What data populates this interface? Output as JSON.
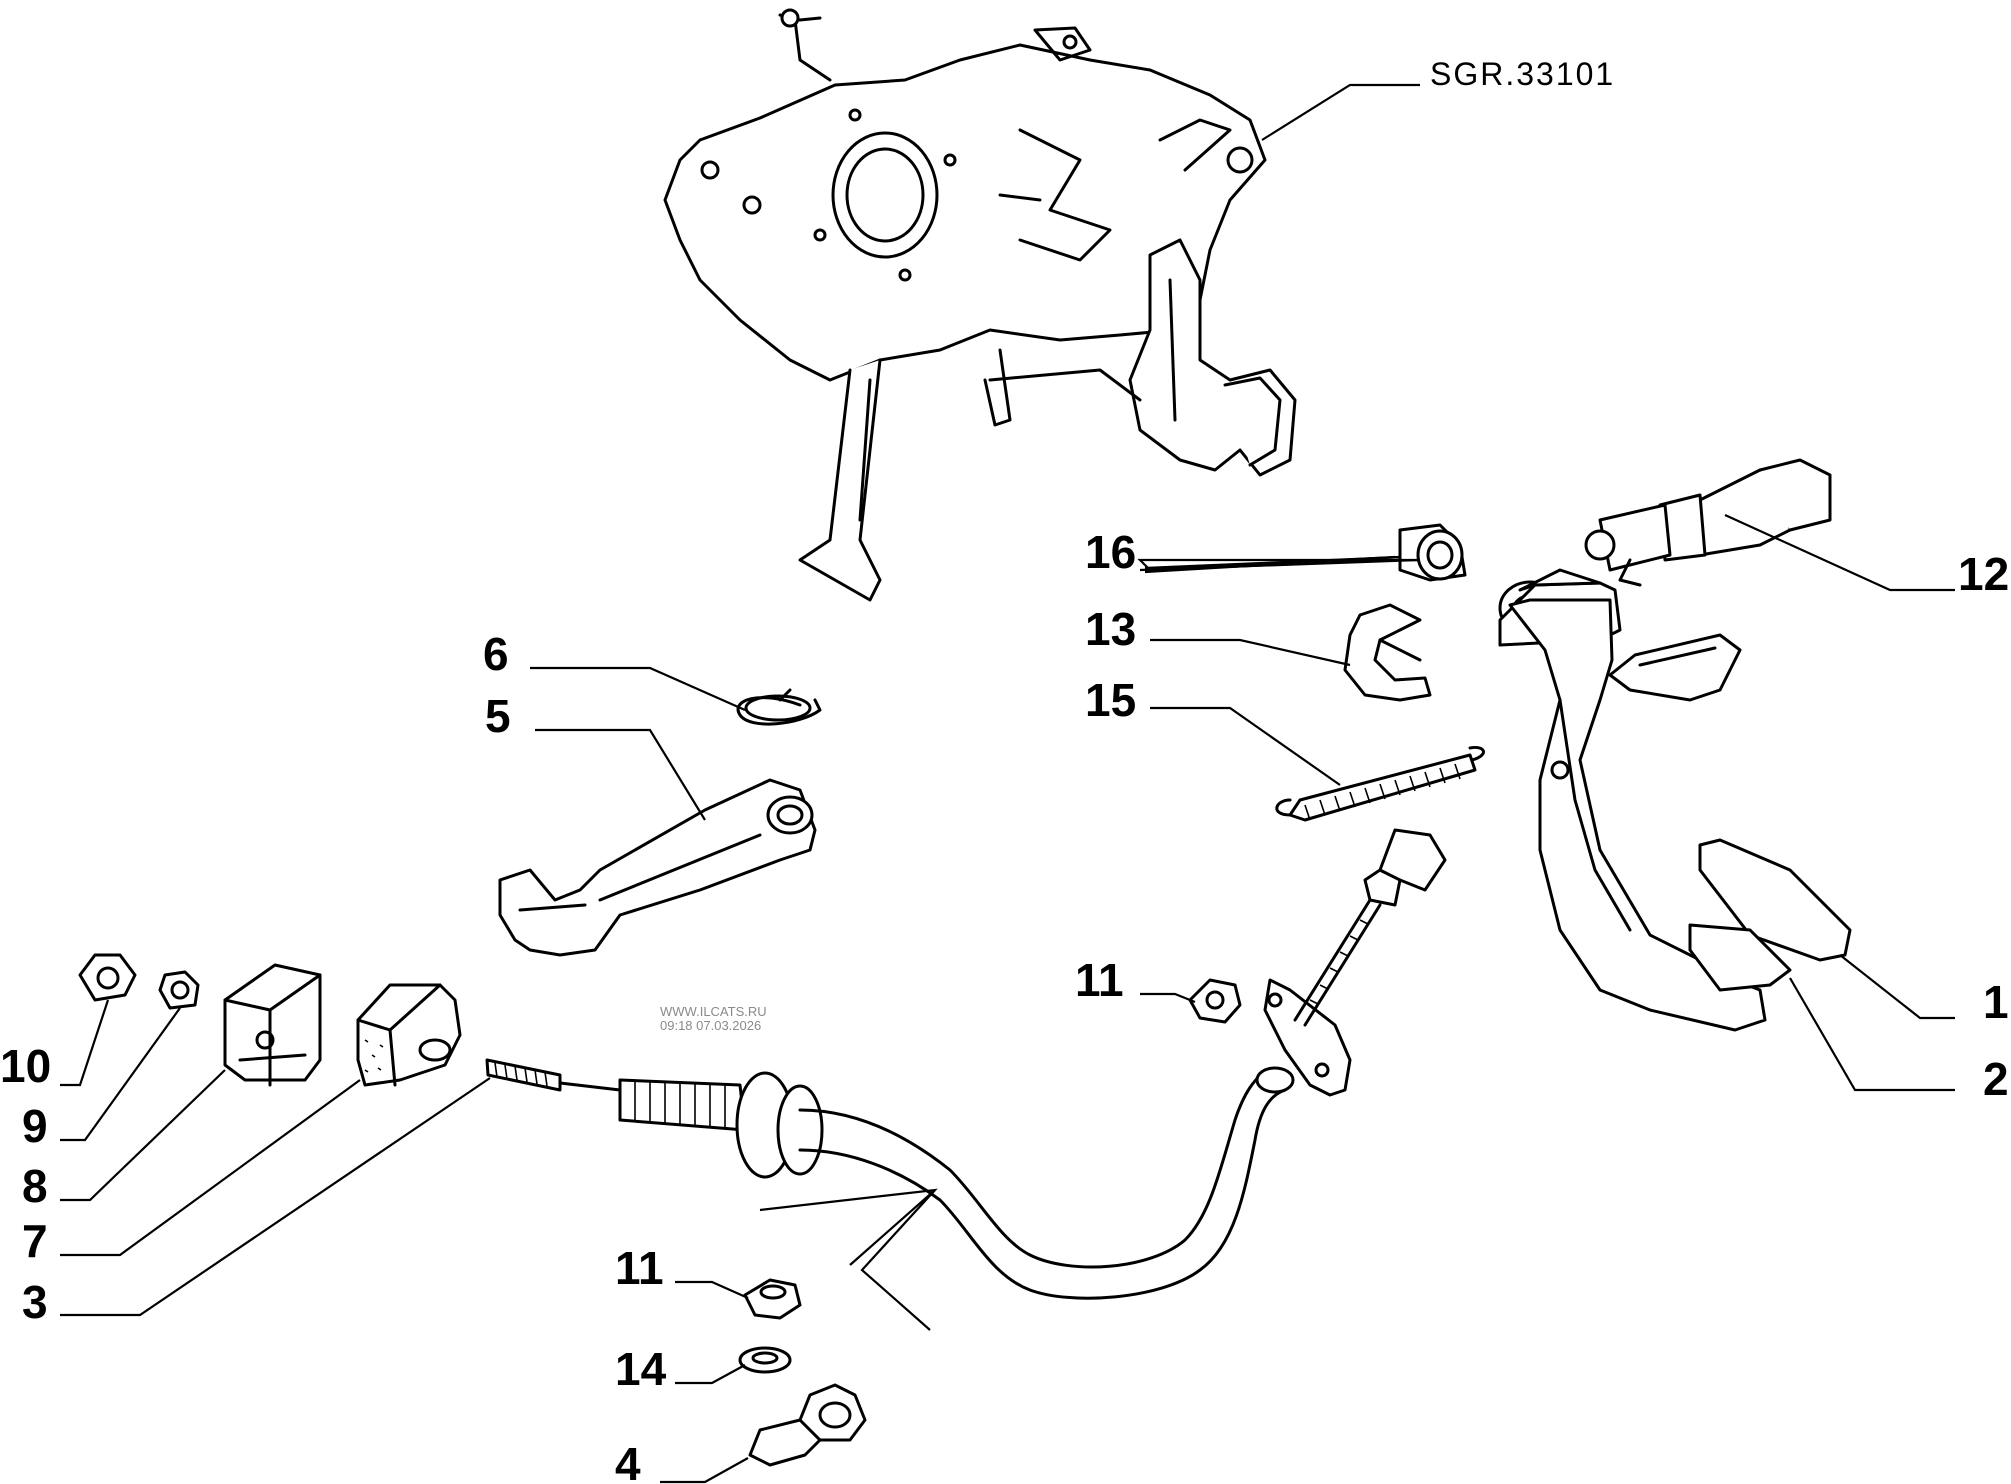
{
  "diagram": {
    "reference_code": "SGR.33101",
    "watermark": {
      "line1": "WWW.ILCATS.RU",
      "line2": "09:18 07.03.2026"
    },
    "callouts": [
      {
        "id": "c10",
        "label": "10"
      },
      {
        "id": "c9",
        "label": "9"
      },
      {
        "id": "c8",
        "label": "8"
      },
      {
        "id": "c7",
        "label": "7"
      },
      {
        "id": "c3",
        "label": "3"
      },
      {
        "id": "c6",
        "label": "6"
      },
      {
        "id": "c5",
        "label": "5"
      },
      {
        "id": "c16",
        "label": "16"
      },
      {
        "id": "c13",
        "label": "13"
      },
      {
        "id": "c15",
        "label": "15"
      },
      {
        "id": "c11a",
        "label": "11"
      },
      {
        "id": "c11b",
        "label": "11"
      },
      {
        "id": "c14",
        "label": "14"
      },
      {
        "id": "c4",
        "label": "4"
      },
      {
        "id": "c12",
        "label": "12"
      },
      {
        "id": "c1",
        "label": "1"
      },
      {
        "id": "c2",
        "label": "2"
      }
    ]
  }
}
